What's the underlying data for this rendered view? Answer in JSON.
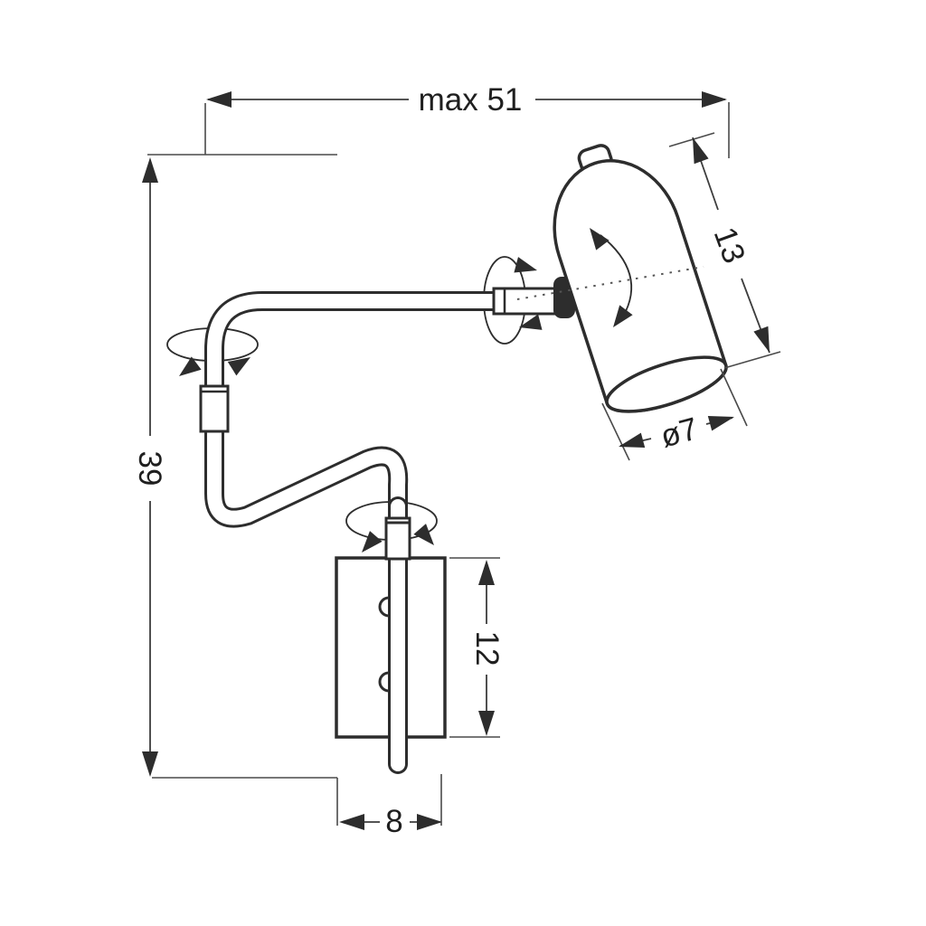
{
  "drawing": {
    "kind": "wall-lamp-dimension-diagram",
    "colors": {
      "background": "#ffffff",
      "outline": "#2d2d2d",
      "dimension_line": "#3d3d3d",
      "text": "#1f1f1f"
    },
    "dimensions": {
      "max_width_label": "max 51",
      "overall_height_label": "39",
      "shade_length_label": "13",
      "shade_diameter_label": "ø7",
      "wall_plate_height_label": "12",
      "wall_plate_width_label": "8"
    }
  }
}
